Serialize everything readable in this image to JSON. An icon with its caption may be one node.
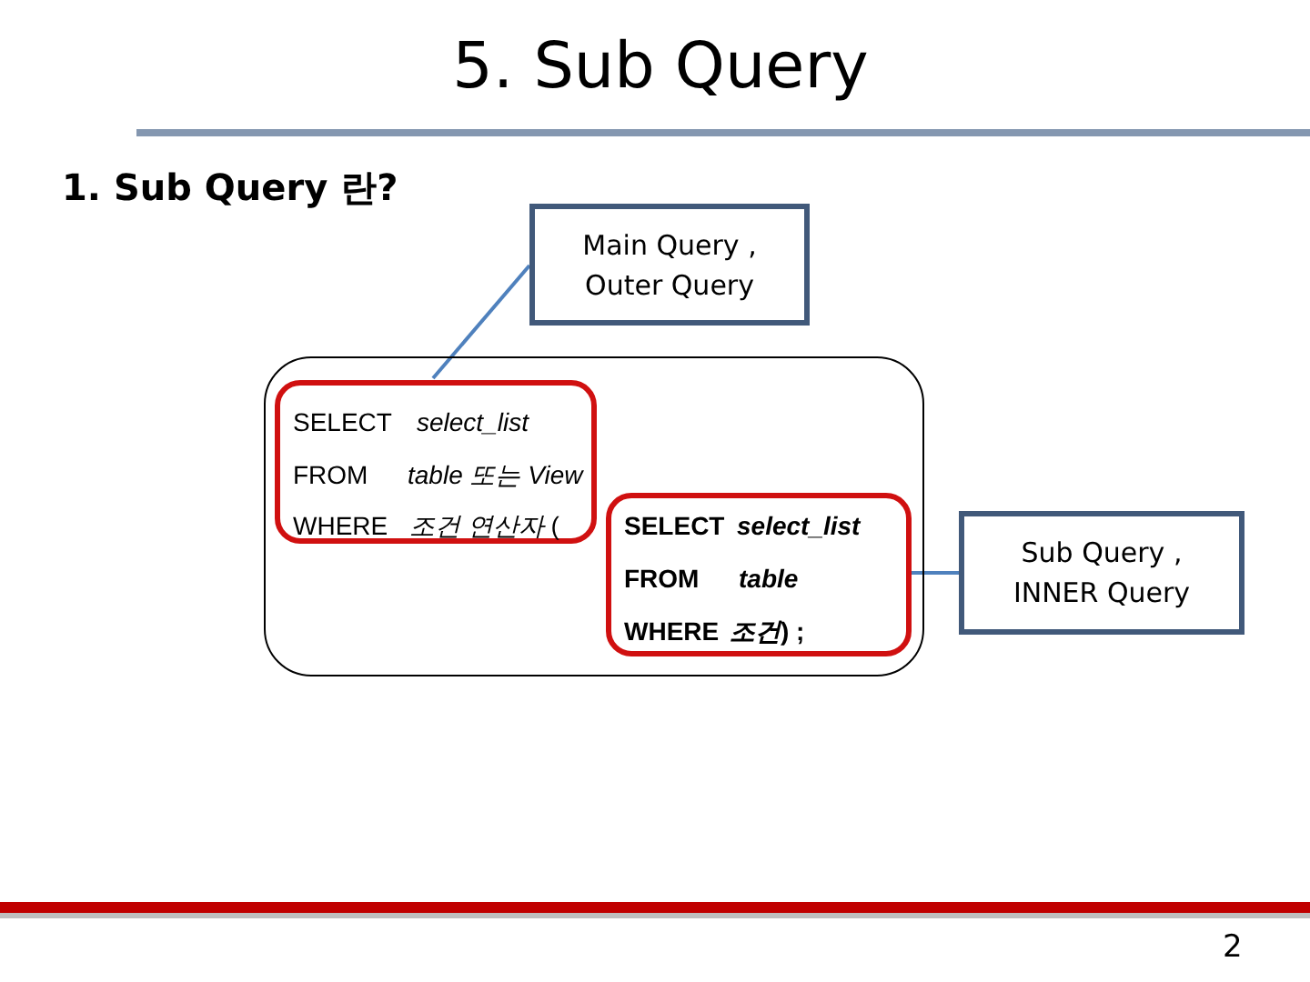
{
  "diagram": {
    "title": "5. Sub Query",
    "nodes": [
      {
        "text": [
          "Main Query , Outer Query"
        ]
      },
      {
        "text": [],
        "shape": "box"
      },
      {
        "text": [
          "SELECT",
          "select_list",
          "FROM",
          "table 또는 View",
          "WHERE",
          "*조건 연산자* ("
        ],
        "in": 1
      },
      {
        "text": [
          "SELECT",
          "select_list",
          "FROM",
          "table",
          "WHERE",
          "*조건*) ;"
        ],
        "in": 1
      },
      {
        "text": [
          "Sub Query , INNER Query"
        ]
      }
    ],
    "edges": [
      {
        "from": 0,
        "to": 2,
        "arrow": "none",
        "color": "#4f81bd"
      },
      {
        "from": 3,
        "to": 4,
        "arrow": "none",
        "color": "#4f81bd"
      }
    ],
    "labels": [
      "1. Sub Query 란?",
      "2"
    ]
  }
}
